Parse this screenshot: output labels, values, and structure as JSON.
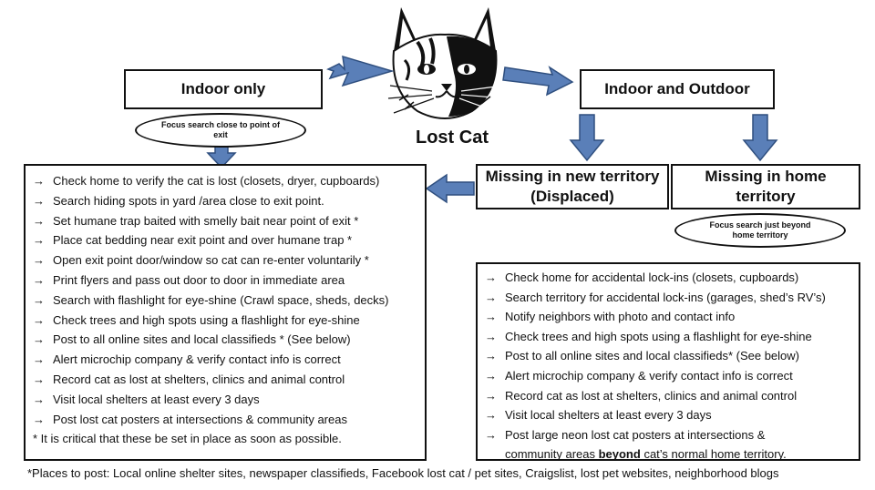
{
  "header": {
    "center_label": "Lost Cat",
    "indoor_only": "Indoor only",
    "indoor_outdoor": "Indoor and Outdoor",
    "missing_new": "Missing in new territory (Displaced)",
    "missing_home": "Missing in home territory",
    "focus_exit": "Focus search close to point of exit",
    "focus_home": "Focus search just beyond home territory"
  },
  "left_list": {
    "items": [
      "Check home to verify the cat is lost (closets, dryer, cupboards)",
      "Search hiding spots in yard /area  close to exit point.",
      "Set humane trap baited with smelly bait near point of exit *",
      "Place cat bedding near exit point and over humane trap *",
      "Open exit point door/window so cat can re-enter voluntarily *",
      "Print flyers and pass out door to door in immediate area",
      "Search with flashlight for eye-shine (Crawl space, sheds, decks)",
      "Check trees and high spots using a flashlight for eye-shine",
      "Post to all online sites and local classifieds * (See below)",
      "Alert microchip company & verify contact info is correct",
      "Record cat as lost at shelters, clinics and animal control",
      "Visit local shelters at least every 3 days",
      "Post lost cat posters at intersections & community areas"
    ],
    "note": "* It is critical that these be set in place as soon as possible."
  },
  "right_list": {
    "items": [
      "Check home for accidental lock-ins (closets, cupboards)",
      "Search territory for accidental lock-ins (garages, shed’s RV’s)",
      "Notify neighbors with photo and contact info",
      "Check trees and high spots using a flashlight for eye-shine",
      "Post to all online sites and local classifieds* (See below)",
      "Alert microchip company & verify contact info is correct",
      "Record cat as lost at shelters, clinics and animal control",
      "Visit local shelters at least every 3 days"
    ],
    "last_item_line1": "Post large neon lost cat posters at intersections &",
    "last_item_line2_pre": "community areas ",
    "last_item_line2_bold": "beyond",
    "last_item_line2_post": " cat’s normal home territory."
  },
  "footer": {
    "places": "*Places to post: Local online shelter sites, newspaper classifieds, Facebook lost cat / pet sites, Craigslist, lost pet websites, neighborhood blogs"
  },
  "icons": {
    "bullet": "→",
    "center_image": "cat-face-sketch"
  },
  "colors": {
    "arrow_fill": "#5a7fb8",
    "arrow_stroke": "#2f4f7f",
    "border": "#111111"
  }
}
